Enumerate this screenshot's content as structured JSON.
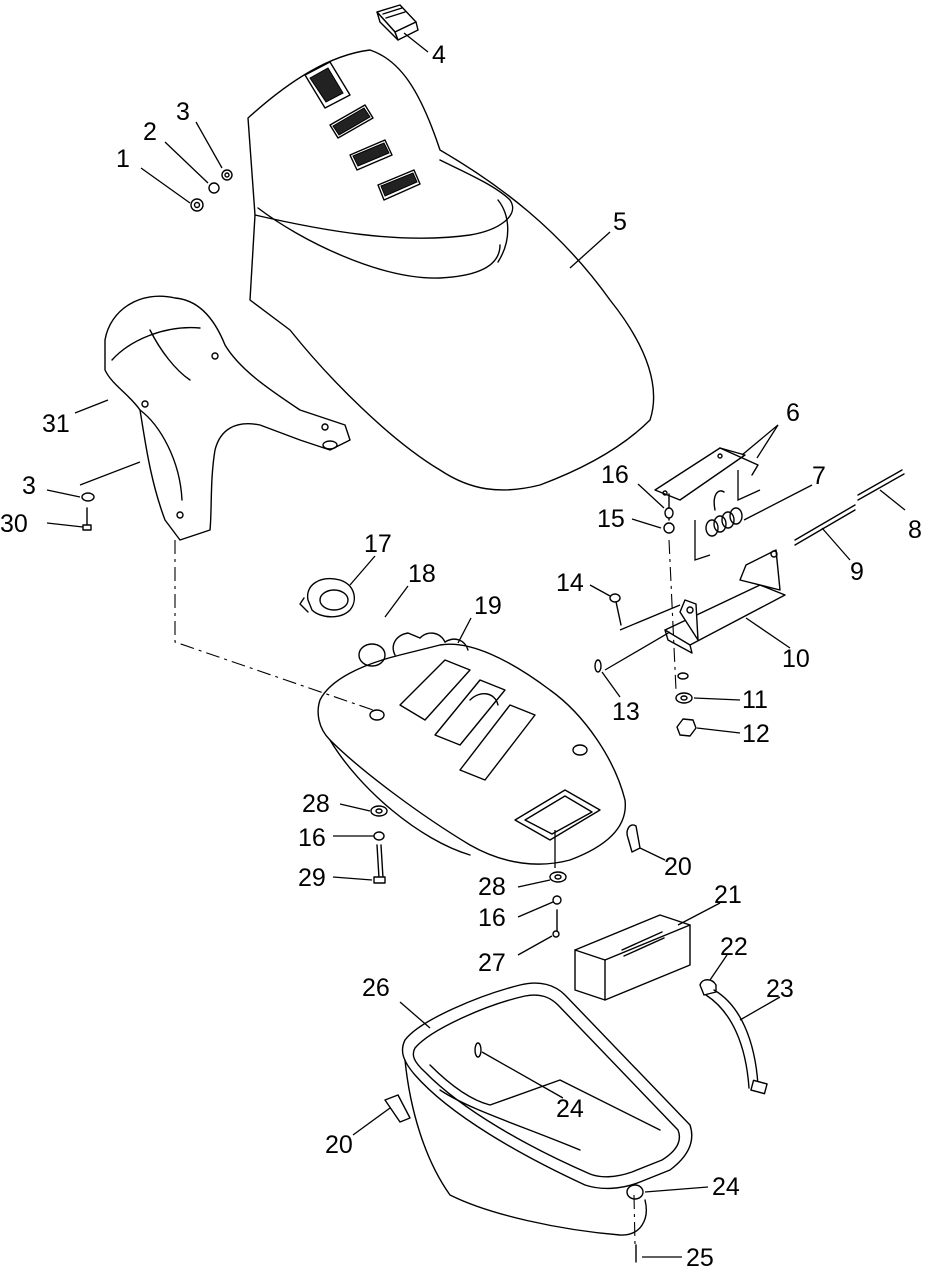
{
  "diagram": {
    "callouts": [
      {
        "id": "c1",
        "text": "1"
      },
      {
        "id": "c2",
        "text": "2"
      },
      {
        "id": "c3a",
        "text": "3"
      },
      {
        "id": "c4",
        "text": "4"
      },
      {
        "id": "c5",
        "text": "5"
      },
      {
        "id": "c6",
        "text": "6"
      },
      {
        "id": "c7",
        "text": "7"
      },
      {
        "id": "c8",
        "text": "8"
      },
      {
        "id": "c9",
        "text": "9"
      },
      {
        "id": "c10",
        "text": "10"
      },
      {
        "id": "c11",
        "text": "11"
      },
      {
        "id": "c12",
        "text": "12"
      },
      {
        "id": "c13",
        "text": "13"
      },
      {
        "id": "c14",
        "text": "14"
      },
      {
        "id": "c15",
        "text": "15"
      },
      {
        "id": "c16a",
        "text": "16"
      },
      {
        "id": "c16b",
        "text": "16"
      },
      {
        "id": "c16c",
        "text": "16"
      },
      {
        "id": "c17",
        "text": "17"
      },
      {
        "id": "c18",
        "text": "18"
      },
      {
        "id": "c19",
        "text": "19"
      },
      {
        "id": "c20a",
        "text": "20"
      },
      {
        "id": "c20b",
        "text": "20"
      },
      {
        "id": "c21",
        "text": "21"
      },
      {
        "id": "c22",
        "text": "22"
      },
      {
        "id": "c23",
        "text": "23"
      },
      {
        "id": "c24a",
        "text": "24"
      },
      {
        "id": "c24b",
        "text": "24"
      },
      {
        "id": "c25",
        "text": "25"
      },
      {
        "id": "c26",
        "text": "26"
      },
      {
        "id": "c27",
        "text": "27"
      },
      {
        "id": "c28a",
        "text": "28"
      },
      {
        "id": "c28b",
        "text": "28"
      },
      {
        "id": "c29",
        "text": "29"
      },
      {
        "id": "c30",
        "text": "30"
      },
      {
        "id": "c31",
        "text": "31"
      },
      {
        "id": "c3b",
        "text": "3"
      }
    ]
  }
}
